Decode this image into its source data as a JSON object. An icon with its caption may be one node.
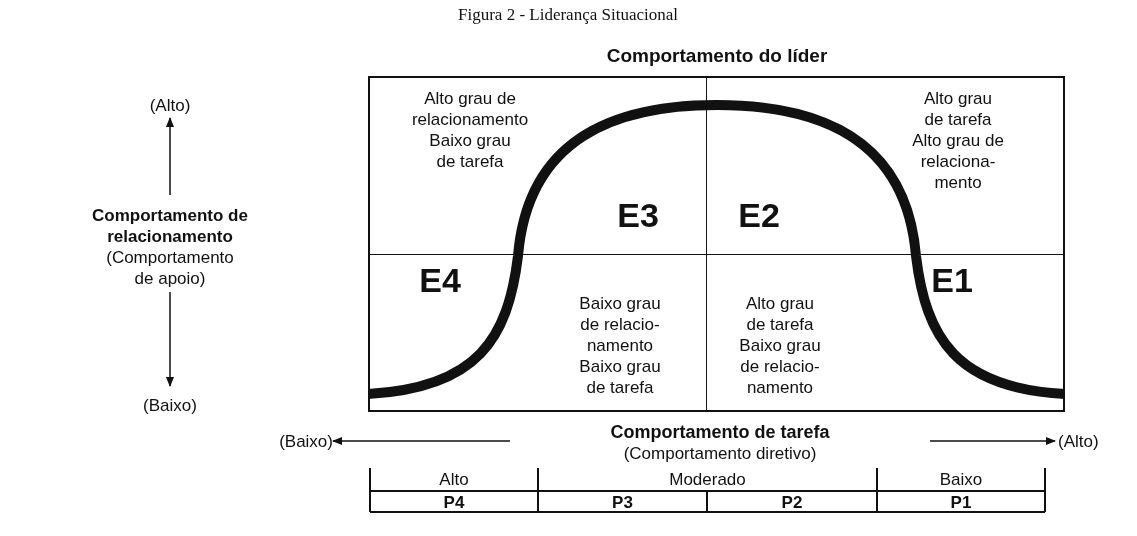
{
  "diagram": {
    "title": "Figura 2 - Liderança Situacional",
    "nodes": [
      {
        "text": [
          "Comportamento do líder"
        ]
      },
      {
        "text": [
          "Alto grau de relacionamento",
          "Baixo grau de tarefa",
          "E3"
        ],
        "in": 0
      },
      {
        "text": [
          "Alto grau de tarefa",
          "Alto grau de relaciona- mento",
          "E2"
        ],
        "in": 0
      },
      {
        "text": [
          "E4",
          "Baixo grau de relacio- namento",
          "Baixo grau de tarefa"
        ],
        "in": 0
      },
      {
        "text": [
          "Alto grau de tarefa",
          "Baixo grau de relacio- namento",
          "E1"
        ],
        "in": 0
      }
    ],
    "labels": [
      "(Alto)",
      "Comportamento de relacionamento",
      "(Comportamento de apoio)",
      "(Baixo)",
      "(Baixo)",
      "Comportamento de tarefa",
      "(Comportamento diretivo)",
      "(Alto)",
      "Alto",
      "Moderado",
      "Baixo",
      "P4",
      "P3",
      "P2",
      "P1"
    ]
  }
}
